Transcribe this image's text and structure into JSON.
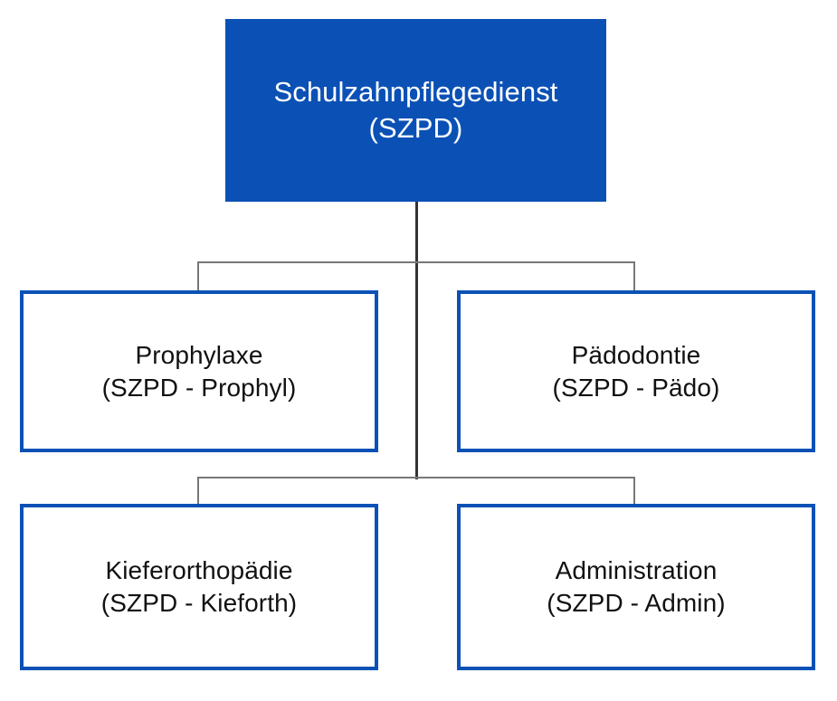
{
  "diagram": {
    "type": "organizational-chart",
    "title_node": {
      "name": "Schulzahnpflegedienst",
      "abbreviation": "(SZPD)",
      "label": "Schulzahnpflegedienst\n(SZPD)"
    },
    "colors": {
      "node_blue": "#0B51B5",
      "root_text": "#ffffff",
      "branch_text": "#111111",
      "branch_fill": "#ffffff",
      "connector_gray": "#777777",
      "connector_dark": "#333333",
      "background": "#ffffff"
    },
    "children": [
      {
        "id": "prophylaxe",
        "name": "Prophylaxe",
        "abbreviation": "(SZPD - Prophyl)",
        "label": "Prophylaxe\n(SZPD - Prophyl)",
        "row": 1,
        "column": "left"
      },
      {
        "id": "paedodontie",
        "name": "Pädodontie",
        "abbreviation": "(SZPD - Pädo)",
        "label": "Pädodontie\n(SZPD - Pädo)",
        "row": 1,
        "column": "right"
      },
      {
        "id": "kieferorthopaedie",
        "name": "Kieferorthopädie",
        "abbreviation": "(SZPD - Kieforth)",
        "label": "Kieferorthopädie\n(SZPD - Kieforth)",
        "row": 2,
        "column": "left"
      },
      {
        "id": "administration",
        "name": "Administration",
        "abbreviation": "(SZPD - Admin)",
        "label": "Administration\n(SZPD - Admin)",
        "row": 2,
        "column": "right"
      }
    ]
  }
}
